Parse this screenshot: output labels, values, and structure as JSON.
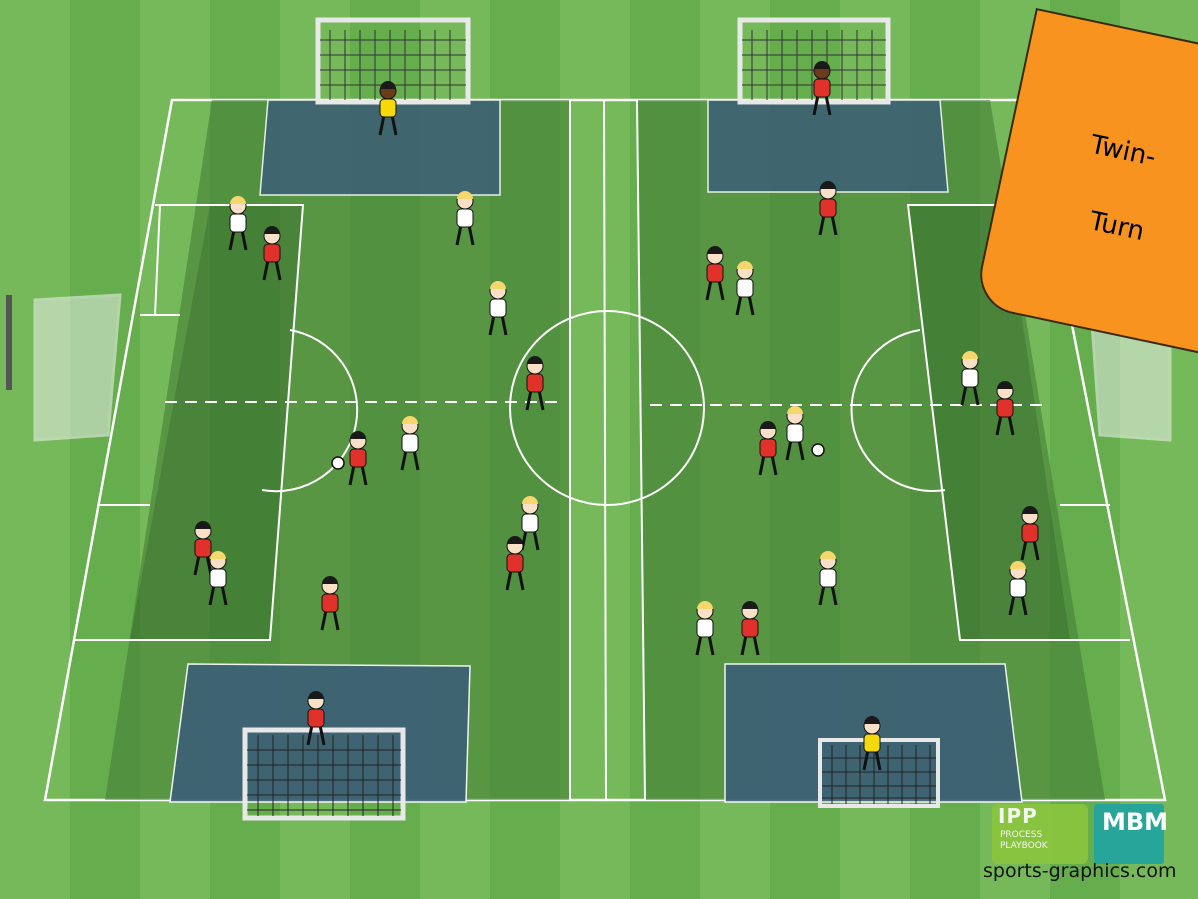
{
  "banner": {
    "line1": "Twin-",
    "line2": "Turn"
  },
  "logos": {
    "ipp_title": "IPP",
    "ipp_line1": "PROCESS",
    "ipp_line2": "PLAYBOOK",
    "mbm_title": "MBM"
  },
  "credit": "sports-graphics.com",
  "colors": {
    "grass_light": "#7cbd5a",
    "grass_dark": "#5fa84a",
    "zone_green": "#3f7a33",
    "goal_zone": "#3c5f78",
    "banner": "#f7931e",
    "team_red": "#e0322b",
    "team_white": "#ffffff",
    "keeper_yellow": "#f5d90a"
  }
}
